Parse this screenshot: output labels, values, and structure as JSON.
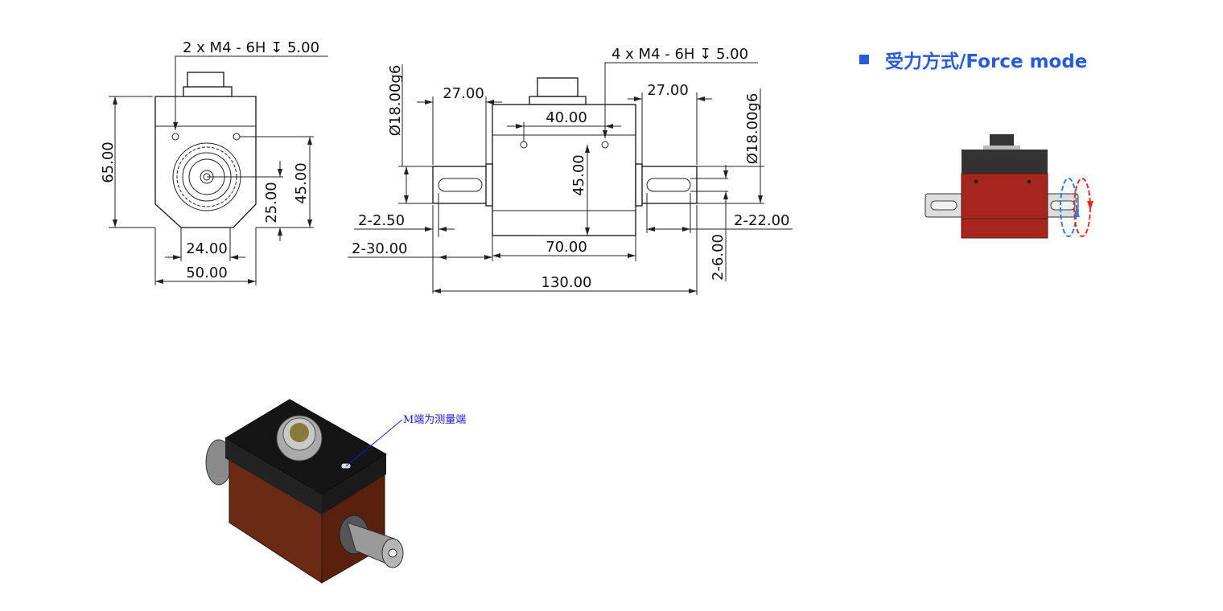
{
  "front_view": {
    "thread_note": "2 x  M4 - 6H ↧ 5.00",
    "height_total": "65.00",
    "height_holes": "45.00",
    "height_center": "25.00",
    "width_bottom": "24.00",
    "width_total": "50.00"
  },
  "side_view": {
    "thread_note": "4 x  M4 - 6H ↧ 5.00",
    "shaft_diameter_left": "Ø18.00g6",
    "shaft_diameter_right": "Ø18.00g6",
    "shaft_length_left": "27.00",
    "shaft_length_right": "27.00",
    "hole_spacing": "40.00",
    "hole_height": "45.00",
    "key_depth": "2-2.50",
    "key_offset": "2-30.00",
    "key_length": "2-22.00",
    "key_width": "2-6.00",
    "body_length": "70.00",
    "total_length": "130.00"
  },
  "force_mode": {
    "title": "受力方式/Force mode",
    "accent_color": "#2a5bd7",
    "arrow_colors": [
      "#2f7de1",
      "#e0301e"
    ]
  },
  "render_3d": {
    "callout": "M端为测量端"
  }
}
